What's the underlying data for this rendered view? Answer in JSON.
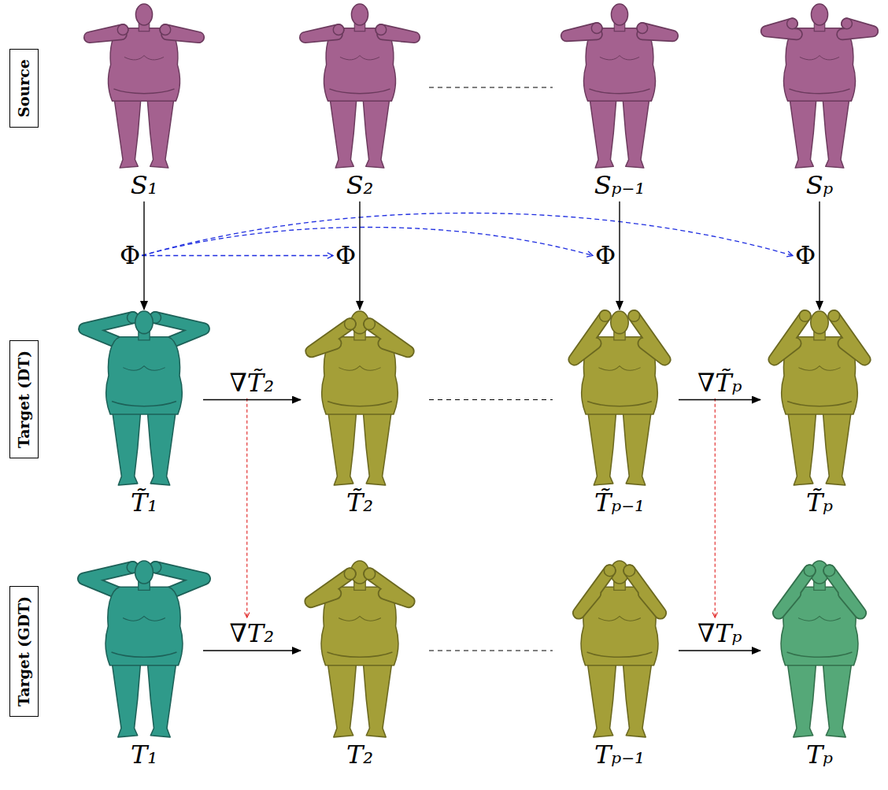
{
  "diagram": {
    "nodes": [
      {
        "text": [
          "Source"
        ]
      },
      {
        "text": [
          "S₁"
        ]
      },
      {
        "text": [
          "S₂"
        ]
      },
      {
        "text": [
          "Sₚ₋₁"
        ]
      },
      {
        "text": [
          "Sₚ"
        ]
      },
      {
        "text": [
          "Target (DT)"
        ]
      },
      {
        "text": [
          "T̃₁"
        ]
      },
      {
        "text": [
          "T̃₂"
        ]
      },
      {
        "text": [
          "T̃ₚ₋₁"
        ]
      },
      {
        "text": [
          "T̃ₚ"
        ]
      },
      {
        "text": [
          "Target (GDT)"
        ]
      },
      {
        "text": [
          "T₁"
        ]
      },
      {
        "text": [
          "T₂"
        ]
      },
      {
        "text": [
          "Tₚ₋₁"
        ]
      },
      {
        "text": [
          "Tₚ"
        ]
      }
    ],
    "edges": [
      {
        "from": 1,
        "to": 6,
        "label": "Φ",
        "arrow": "to"
      },
      {
        "from": 2,
        "to": 7,
        "label": "Φ",
        "arrow": "to"
      },
      {
        "from": 3,
        "to": 8,
        "label": "Φ",
        "arrow": "to"
      },
      {
        "from": 4,
        "to": 9,
        "label": "Φ",
        "arrow": "to"
      },
      {
        "from": 6,
        "to": 7,
        "label": "∇T̃₂",
        "arrow": "to"
      },
      {
        "from": 8,
        "to": 9,
        "label": "∇T̃ₚ",
        "arrow": "to"
      },
      {
        "from": 11,
        "to": 12,
        "label": "∇T₂",
        "arrow": "to"
      },
      {
        "from": 13,
        "to": 14,
        "label": "∇Tₚ",
        "arrow": "to"
      }
    ]
  }
}
